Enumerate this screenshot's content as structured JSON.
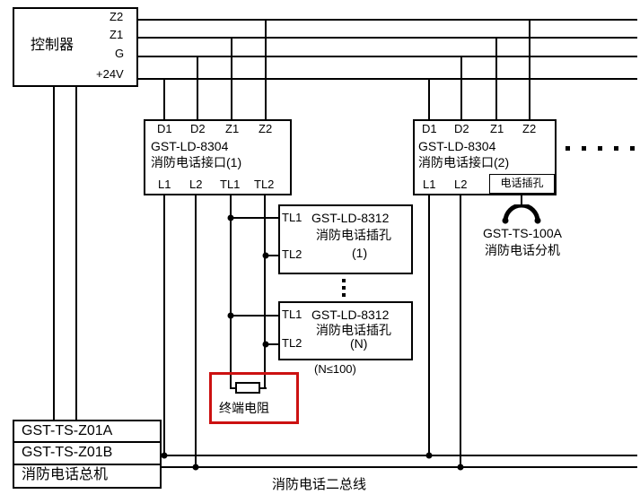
{
  "controller": {
    "label": "控制器",
    "terminals": [
      "Z2",
      "Z1",
      "G",
      "+24V"
    ]
  },
  "interfaces": [
    {
      "model": "GST-LD-8304",
      "name": "消防电话接口(1)",
      "top_terminals": [
        "D1",
        "D2",
        "Z1",
        "Z2"
      ],
      "bottom_terminals": [
        "L1",
        "L2",
        "TL1",
        "TL2"
      ]
    },
    {
      "model": "GST-LD-8304",
      "name": "消防电话接口(2)",
      "top_terminals": [
        "D1",
        "D2",
        "Z1",
        "Z2"
      ],
      "bottom_terminals": [
        "L1",
        "L2"
      ],
      "jack_port_label": "电话插孔"
    }
  ],
  "phone_jacks": [
    {
      "model": "GST-LD-8312",
      "name": "消防电话插孔",
      "index": "(1)",
      "terminals": [
        "TL1",
        "TL2"
      ]
    },
    {
      "model": "GST-LD-8312",
      "name": "消防电话插孔",
      "index": "(N)",
      "terminals": [
        "TL1",
        "TL2"
      ]
    }
  ],
  "jack_count_note": "(N≤100)",
  "terminal_resistor": {
    "label": "终端电阻"
  },
  "extension_phone": {
    "model": "GST-TS-100A",
    "name": "消防电话分机"
  },
  "main_unit": {
    "rows": [
      "GST-TS-Z01A",
      "GST-TS-Z01B",
      "消防电话总机"
    ]
  },
  "bus_label": "消防电话二总线",
  "colors": {
    "wire": "#000000",
    "highlight_box": "#cc1111"
  }
}
